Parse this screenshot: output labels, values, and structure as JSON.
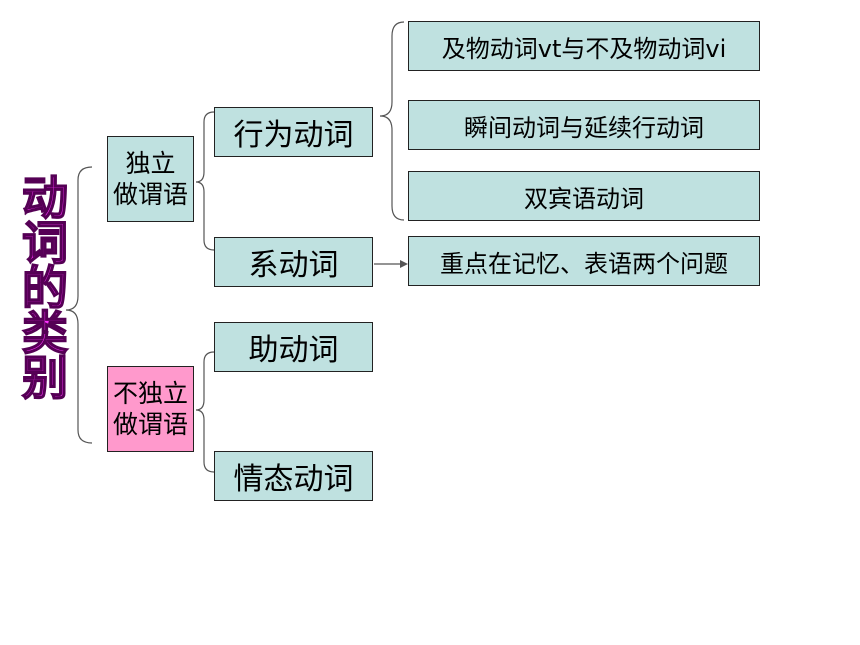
{
  "diagram": {
    "title": [
      "动",
      "词",
      "的",
      "类",
      "别"
    ],
    "independent": {
      "line1": "独立",
      "line2": "做谓语"
    },
    "dependent": {
      "line1": "不独立",
      "line2": "做谓语"
    },
    "action_verb": "行为动词",
    "linking_verb": "系动词",
    "auxiliary_verb": "助动词",
    "modal_verb": "情态动词",
    "transitivity": "及物动词vt与不及物动词vi",
    "momentary_continuous": "瞬间动词与延续行动词",
    "ditransitive": "双宾语动词",
    "linking_focus": "重点在记忆、表语两个问题"
  },
  "colors": {
    "title_fill": "#ff33ff",
    "teal_box": "#bfe1e0",
    "pink_box": "#ff99cc"
  }
}
